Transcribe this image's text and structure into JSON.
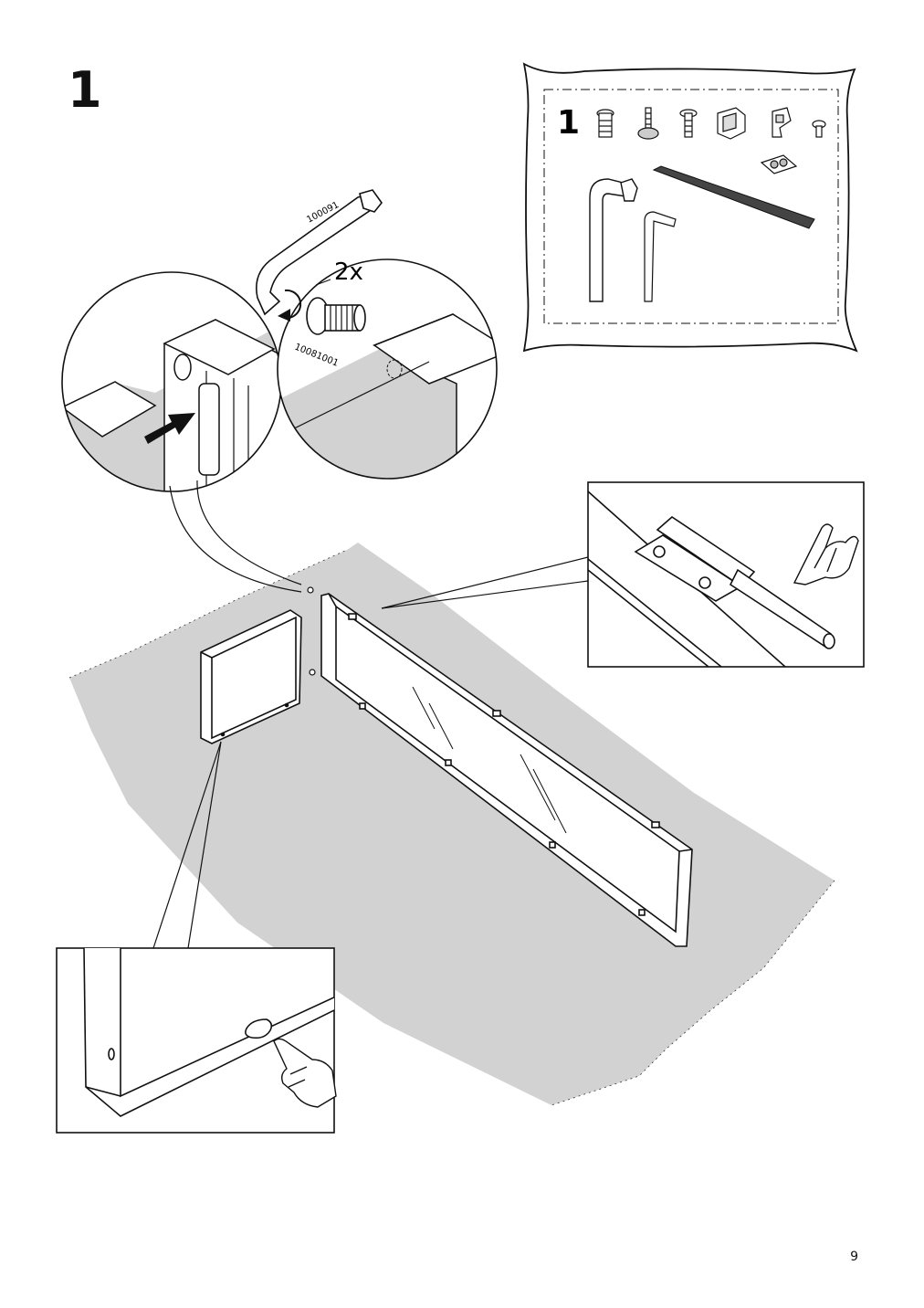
{
  "step": {
    "number": "1"
  },
  "parts_bag": {
    "number": "1"
  },
  "callout": {
    "quantity": "2x",
    "tool_id": "100091",
    "part_id": "10081001"
  },
  "page": {
    "number": "9"
  }
}
